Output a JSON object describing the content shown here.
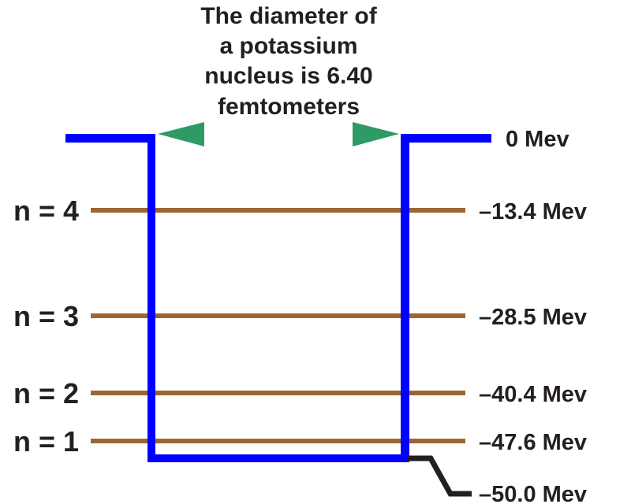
{
  "title": {
    "lines": [
      "The diameter of",
      "a potassium",
      "nucleus is 6.40",
      "femtometers"
    ]
  },
  "colors": {
    "well": "#0000ff",
    "levels": "#9c6633",
    "arrows": "#2e9a66",
    "text": "#231f20",
    "leader": "#231f20"
  },
  "well": {
    "top_label": "0 Mev",
    "bottom_label": "–50.0 Mev"
  },
  "levels": [
    {
      "n_label": "n = 4",
      "energy_label": "–13.4 Mev"
    },
    {
      "n_label": "n = 3",
      "energy_label": "–28.5 Mev"
    },
    {
      "n_label": "n = 2",
      "energy_label": "–40.4 Mev"
    },
    {
      "n_label": "n = 1",
      "energy_label": "–47.6 Mev"
    }
  ],
  "chart_data": {
    "type": "energy-level-diagram",
    "title": "The diameter of a potassium nucleus is 6.40 femtometers",
    "well_depth_mev": -50.0,
    "well_top_mev": 0,
    "diameter_fm": 6.4,
    "levels": [
      {
        "n": 4,
        "energy_mev": -13.4
      },
      {
        "n": 3,
        "energy_mev": -28.5
      },
      {
        "n": 2,
        "energy_mev": -40.4
      },
      {
        "n": 1,
        "energy_mev": -47.6
      }
    ]
  }
}
